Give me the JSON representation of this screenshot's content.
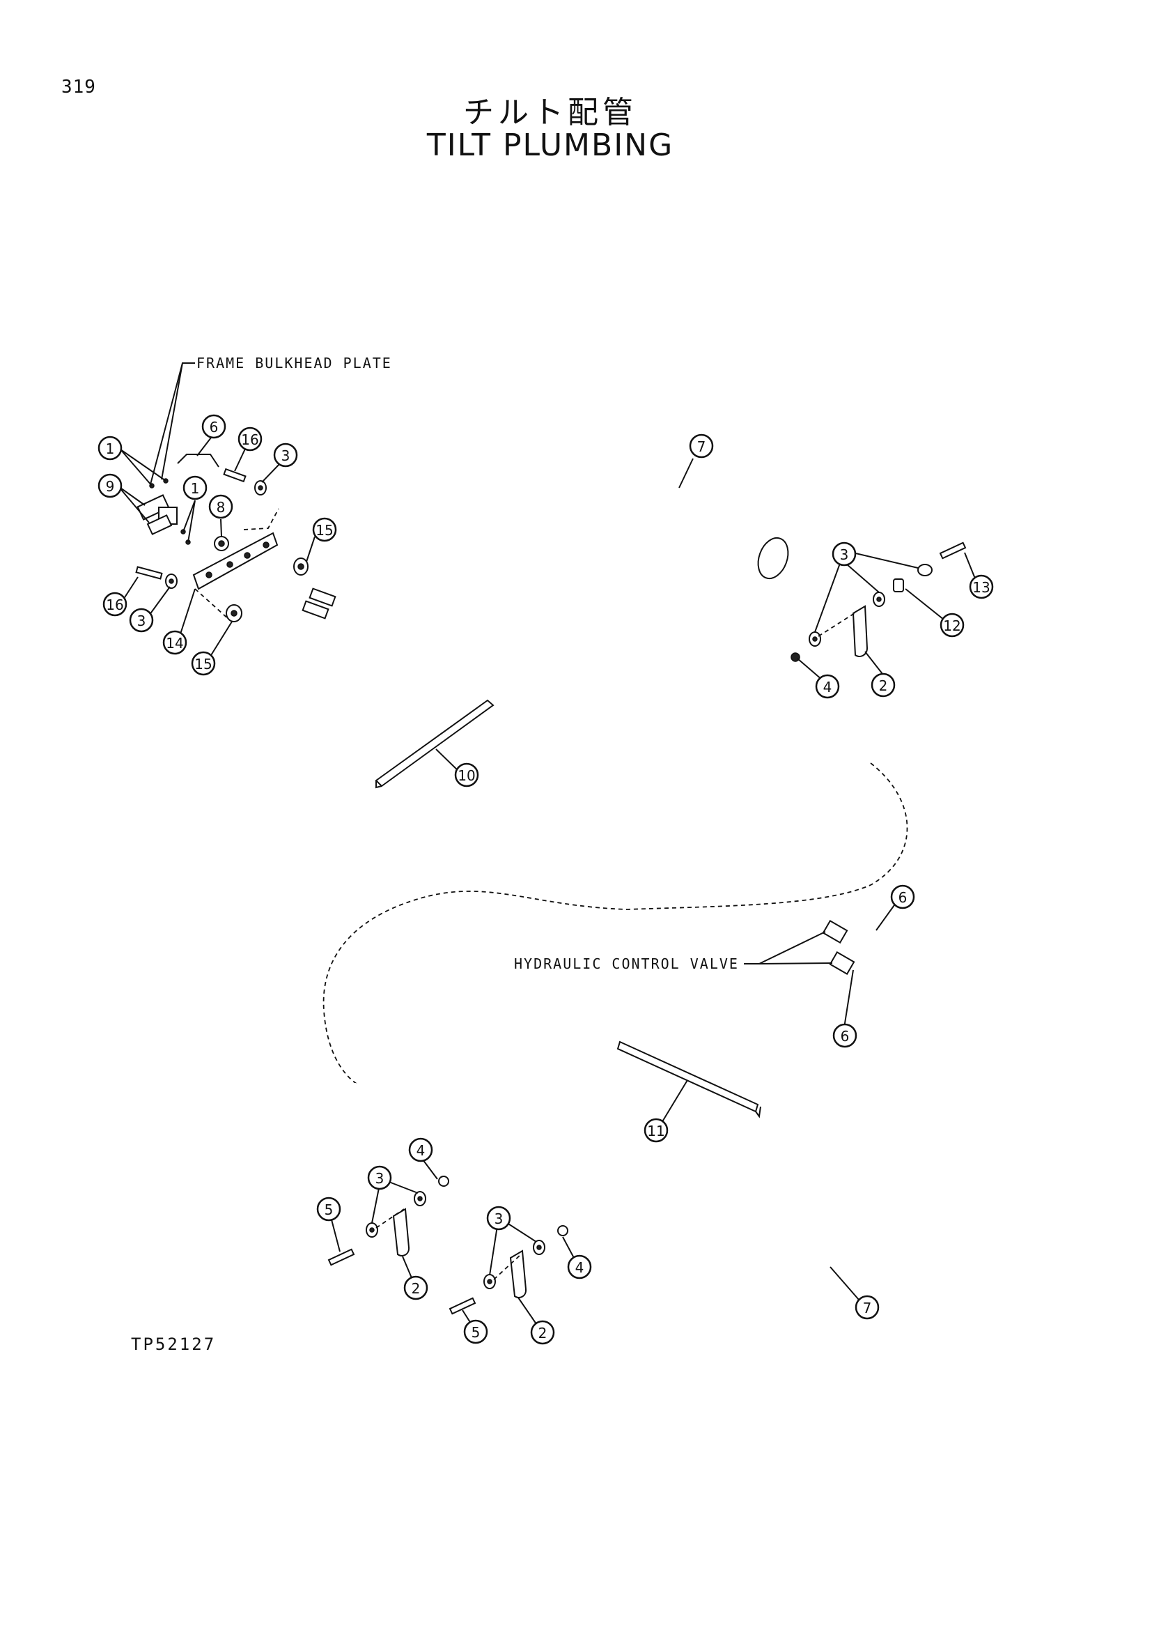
{
  "page_number": "319",
  "title_japanese": "チルト配管",
  "title_english": "TILT PLUMBING",
  "drawing_code": "TP52127",
  "labels": {
    "frame_bulkhead_plate": "FRAME BULKHEAD PLATE",
    "hydraulic_control_valve": "HYDRAULIC CONTROL VALVE"
  },
  "callouts": {
    "c1a": "1",
    "c1b": "1",
    "c9": "9",
    "c6a": "6",
    "c16a": "16",
    "c3a": "3",
    "c8": "8",
    "c15a": "15",
    "c16b": "16",
    "c3b": "3",
    "c14": "14",
    "c15b": "15",
    "c7a": "7",
    "c3c": "3",
    "c13": "13",
    "c12": "12",
    "c4a": "4",
    "c2a": "2",
    "c10": "10",
    "c6b": "6",
    "c6c": "6",
    "c11": "11",
    "c4b": "4",
    "c3d": "3",
    "c5a": "5",
    "c2b": "2",
    "c3e": "3",
    "c4c": "4",
    "c5b": "5",
    "c2c": "2",
    "c7b": "7"
  }
}
